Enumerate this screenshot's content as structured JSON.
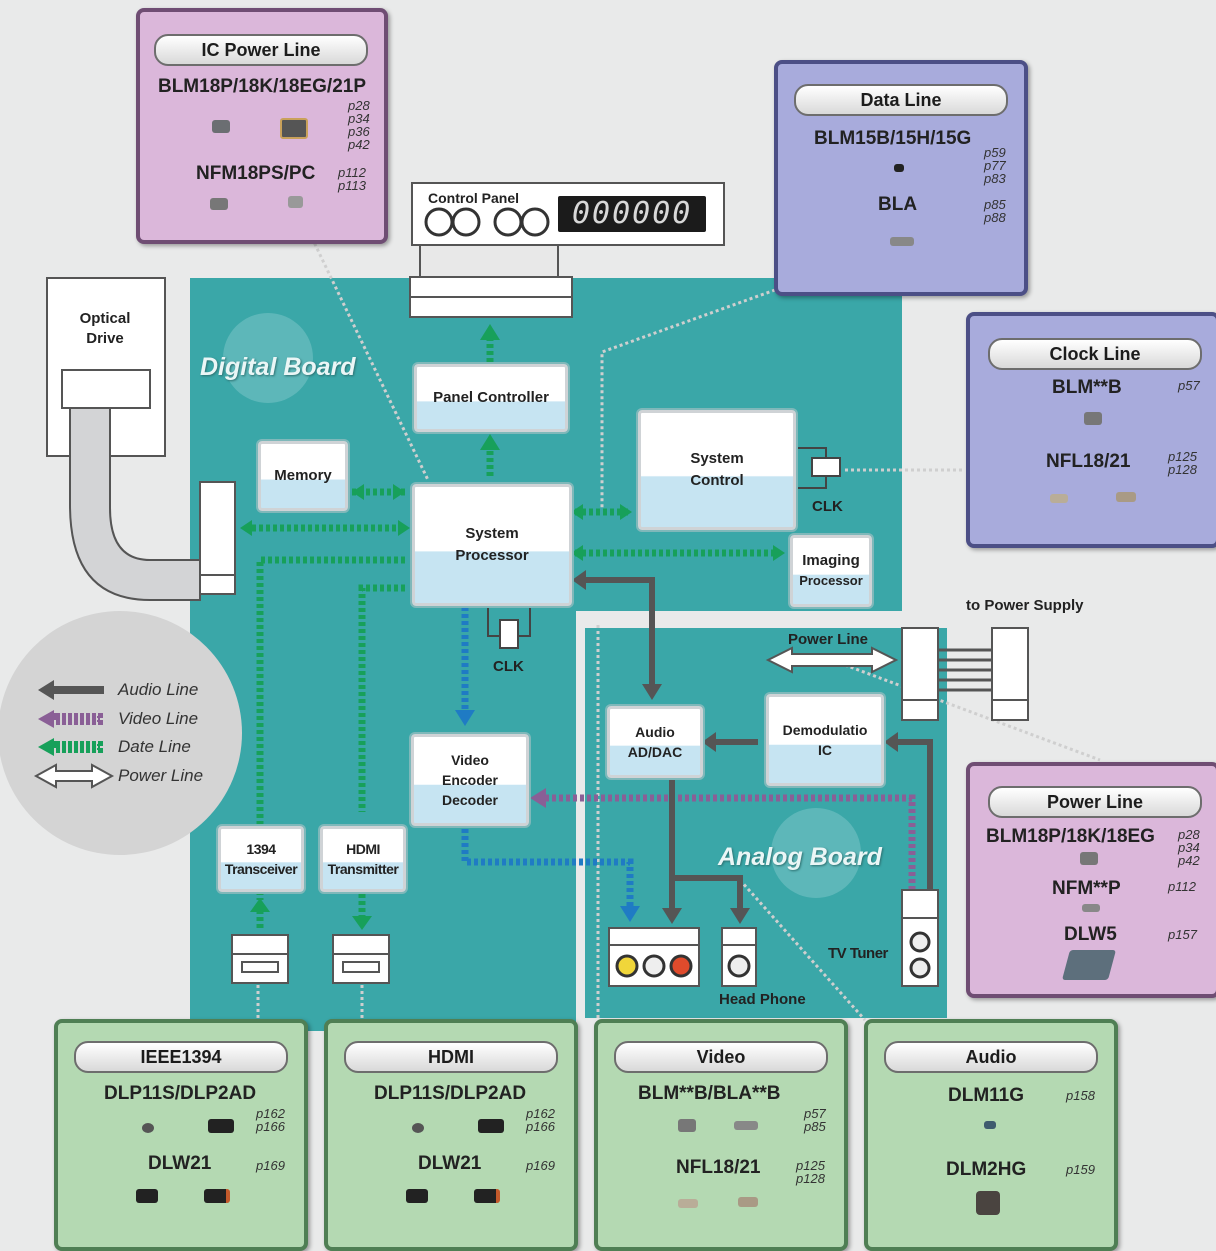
{
  "boards": {
    "digital": "Digital Board",
    "analog": "Analog Board"
  },
  "devices": {
    "control_panel": "Control Panel",
    "display": "000000",
    "optical_drive": "Optical Drive",
    "to_power_supply": "to Power Supply",
    "head_phone": "Head Phone",
    "tv_tuner": "TV Tuner",
    "power_line_label": "Power Line"
  },
  "blocks": {
    "panel_controller": "Panel Controller",
    "memory": "Memory",
    "system_processor_1": "System",
    "system_processor_2": "Processor",
    "system_control_1": "System",
    "system_control_2": "Control",
    "imaging_1": "Imaging",
    "imaging_2": "Processor",
    "audio_1": "Audio",
    "audio_2": "AD/DAC",
    "demod_1": "Demodulatio",
    "demod_2": "IC",
    "video_enc_1": "Video",
    "video_enc_2": "Encoder",
    "video_enc_3": "Decoder",
    "t1394_1": "1394",
    "t1394_2": "Transceiver",
    "hdmi_tx_1": "HDMI",
    "hdmi_tx_2": "Transmitter",
    "clk": "CLK"
  },
  "legend": {
    "audio": "Audio Line",
    "video": "Video Line",
    "data": "Date Line",
    "power": "Power Line"
  },
  "panels": {
    "ic_power": {
      "title": "IC Power Line",
      "part1": "BLM18P/18K/18EG/21P",
      "pages1": [
        "p28",
        "p34",
        "p36",
        "p42"
      ],
      "part2": "NFM18PS/PC",
      "pages2": [
        "p112",
        "p113"
      ]
    },
    "data_line": {
      "title": "Data Line",
      "part1": "BLM15B/15H/15G",
      "pages1": [
        "p59",
        "p77",
        "p83"
      ],
      "part2": "BLA",
      "pages2": [
        "p85",
        "p88"
      ]
    },
    "clock_line": {
      "title": "Clock Line",
      "part1": "BLM**B",
      "pages1": [
        "p57"
      ],
      "part2": "NFL18/21",
      "pages2": [
        "p125",
        "p128"
      ]
    },
    "power_line": {
      "title": "Power Line",
      "part1": "BLM18P/18K/18EG",
      "pages1": [
        "p28",
        "p34",
        "p42"
      ],
      "part2": "NFM**P",
      "pages2": [
        "p112"
      ],
      "part3": "DLW5",
      "pages3": [
        "p157"
      ]
    },
    "ieee1394": {
      "title": "IEEE1394",
      "part1": "DLP11S/DLP2AD",
      "pages1": [
        "p162",
        "p166"
      ],
      "part2": "DLW21",
      "pages2": [
        "p169"
      ]
    },
    "hdmi": {
      "title": "HDMI",
      "part1": "DLP11S/DLP2AD",
      "pages1": [
        "p162",
        "p166"
      ],
      "part2": "DLW21",
      "pages2": [
        "p169"
      ]
    },
    "video": {
      "title": "Video",
      "part1": "BLM**B/BLA**B",
      "pages1": [
        "p57",
        "p85"
      ],
      "part2": "NFL18/21",
      "pages2": [
        "p125",
        "p128"
      ]
    },
    "audio": {
      "title": "Audio",
      "part1": "DLM11G",
      "pages1": [
        "p158"
      ],
      "part2": "DLM2HG",
      "pages2": [
        "p159"
      ]
    }
  },
  "colors": {
    "board": "#3aa7a8",
    "audio_line": "#555555",
    "video_line": "#8a5f96",
    "data_line": "#17a05a",
    "video_data_line": "#1f7bc4"
  }
}
